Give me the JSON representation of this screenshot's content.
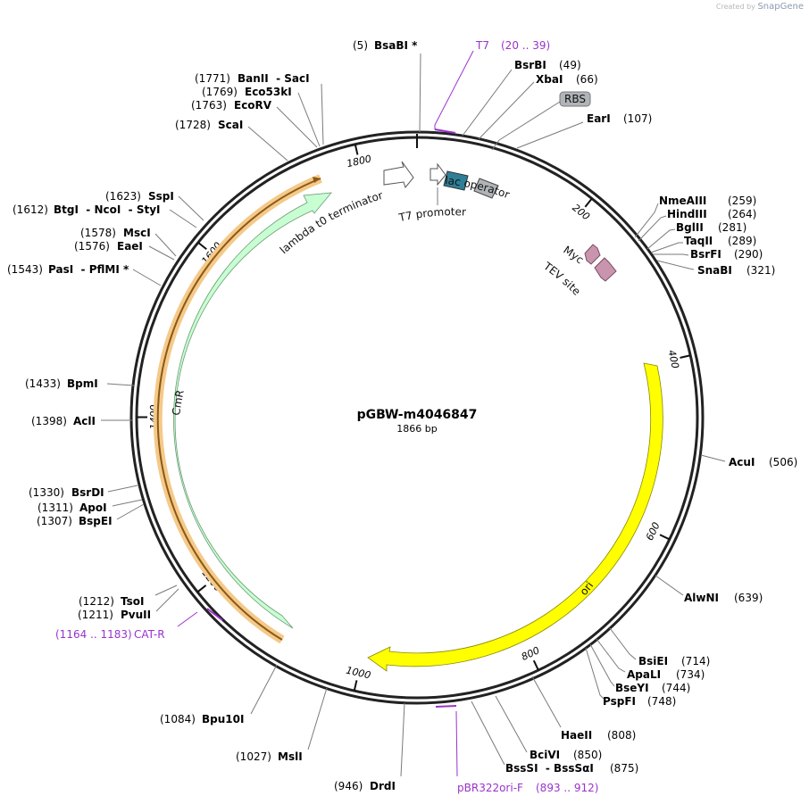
{
  "watermark": {
    "prefix": "Created by",
    "brand": "SnapGene"
  },
  "plasmid": {
    "name": "pGBW-m4046847",
    "length_label": "1866 bp",
    "length": 1866
  },
  "ticks": [
    "200",
    "400",
    "600",
    "800",
    "1000",
    "1200",
    "1400",
    "1600",
    "1800"
  ],
  "features": [
    {
      "name": "lambda t0 terminator",
      "color": "#ffffff"
    },
    {
      "name": "T7 promoter",
      "color": "#ffffff"
    },
    {
      "name": "lac operator",
      "color": "#2e7f96"
    },
    {
      "name": "RBS",
      "color": "#b0b4b8"
    },
    {
      "name": "TEV site",
      "color": "#c994ad"
    },
    {
      "name": "Myc",
      "color": "#c994ad"
    },
    {
      "name": "ori",
      "color": "#ffff00"
    },
    {
      "name": "CmR",
      "color": "#c8ffd2"
    }
  ],
  "primers": [
    {
      "name": "T7",
      "range": "(20 .. 39)"
    },
    {
      "name": "CAT-R",
      "range": "(1164 .. 1183)"
    },
    {
      "name": "pBR322ori-F",
      "range": "(893 .. 912)"
    }
  ],
  "sites_right": [
    {
      "name": "BsaBI *",
      "pos": "(5)"
    },
    {
      "name": "BsrBI",
      "pos": "(49)"
    },
    {
      "name": "XbaI",
      "pos": "(66)"
    },
    {
      "name": "EarI",
      "pos": "(107)"
    },
    {
      "name": "NmeAIII",
      "pos": "(259)"
    },
    {
      "name": "HindIII",
      "pos": "(264)"
    },
    {
      "name": "BglII",
      "pos": "(281)"
    },
    {
      "name": "TaqII",
      "pos": "(289)"
    },
    {
      "name": "BsrFI",
      "pos": "(290)"
    },
    {
      "name": "SnaBI",
      "pos": "(321)"
    },
    {
      "name": "AcuI",
      "pos": "(506)"
    },
    {
      "name": "AlwNI",
      "pos": "(639)"
    },
    {
      "name": "BsiEI",
      "pos": "(714)"
    },
    {
      "name": "ApaLI",
      "pos": "(734)"
    },
    {
      "name": "BseYI",
      "pos": "(744)"
    },
    {
      "name": "PspFI",
      "pos": "(748)"
    },
    {
      "name": "HaeII",
      "pos": "(808)"
    },
    {
      "name": "BciVI",
      "pos": "(850)"
    },
    {
      "name": "BssSI  - BssSαI",
      "pos": "(875)"
    }
  ],
  "sites_left": [
    {
      "name": "BanII  - SacI",
      "pos": "(1771)"
    },
    {
      "name": "Eco53kI",
      "pos": "(1769)"
    },
    {
      "name": "EcoRV",
      "pos": "(1763)"
    },
    {
      "name": "ScaI",
      "pos": "(1728)"
    },
    {
      "name": "SspI",
      "pos": "(1623)"
    },
    {
      "name": "BtgI  - NcoI  - StyI",
      "pos": "(1612)"
    },
    {
      "name": "MscI",
      "pos": "(1578)"
    },
    {
      "name": "EaeI",
      "pos": "(1576)"
    },
    {
      "name": "PasI  - PflMI *",
      "pos": "(1543)"
    },
    {
      "name": "BpmI",
      "pos": "(1433)"
    },
    {
      "name": "AclI",
      "pos": "(1398)"
    },
    {
      "name": "BsrDI",
      "pos": "(1330)"
    },
    {
      "name": "ApoI",
      "pos": "(1311)"
    },
    {
      "name": "BspEI",
      "pos": "(1307)"
    },
    {
      "name": "TsoI",
      "pos": "(1212)"
    },
    {
      "name": "PvuII",
      "pos": "(1211)"
    },
    {
      "name": "Bpu10I",
      "pos": "(1084)"
    },
    {
      "name": "MslI",
      "pos": "(1027)"
    },
    {
      "name": "DrdI",
      "pos": "(946)"
    }
  ]
}
